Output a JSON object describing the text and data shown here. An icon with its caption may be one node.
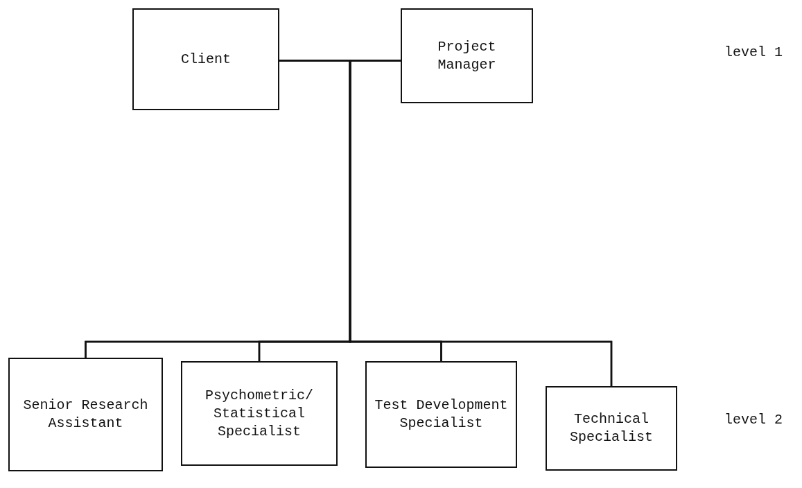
{
  "diagram": {
    "nodes": [
      {
        "text": [
          "Client"
        ]
      },
      {
        "text": [
          "Project Manager"
        ]
      },
      {
        "text": [
          "Senior Research Assistant"
        ]
      },
      {
        "text": [
          "Psychometric/ Statistical Specialist"
        ]
      },
      {
        "text": [
          "Test Development Specialist"
        ]
      },
      {
        "text": [
          "Technical Specialist"
        ]
      }
    ],
    "edges": [
      {
        "from": 0,
        "to": 1,
        "arrow": "none"
      },
      {
        "from": 0,
        "to": 2,
        "arrow": "none"
      },
      {
        "from": 0,
        "to": 3,
        "arrow": "none"
      },
      {
        "from": 0,
        "to": 4,
        "arrow": "none"
      },
      {
        "from": 0,
        "to": 5,
        "arrow": "none"
      },
      {
        "from": 1,
        "to": 2,
        "arrow": "none"
      },
      {
        "from": 1,
        "to": 3,
        "arrow": "none"
      },
      {
        "from": 1,
        "to": 4,
        "arrow": "none"
      },
      {
        "from": 1,
        "to": 5,
        "arrow": "none"
      }
    ],
    "labels": [
      "level 1",
      "level 2"
    ]
  }
}
